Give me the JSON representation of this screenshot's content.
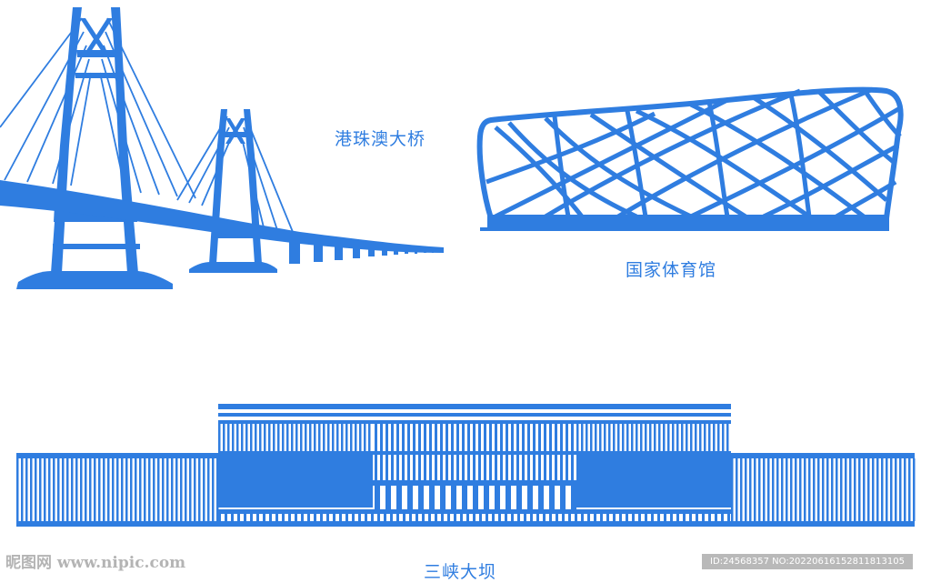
{
  "colors": {
    "primary": "#2f7de0",
    "watermark": "#b4b4b4"
  },
  "labels": {
    "bridge": "港珠澳大桥",
    "stadium": "国家体育馆",
    "dam": "三峡大坝"
  },
  "watermark": {
    "left": "昵图网 www.nipic.com",
    "right": "ID:24568357 NO:20220616152811813105"
  }
}
